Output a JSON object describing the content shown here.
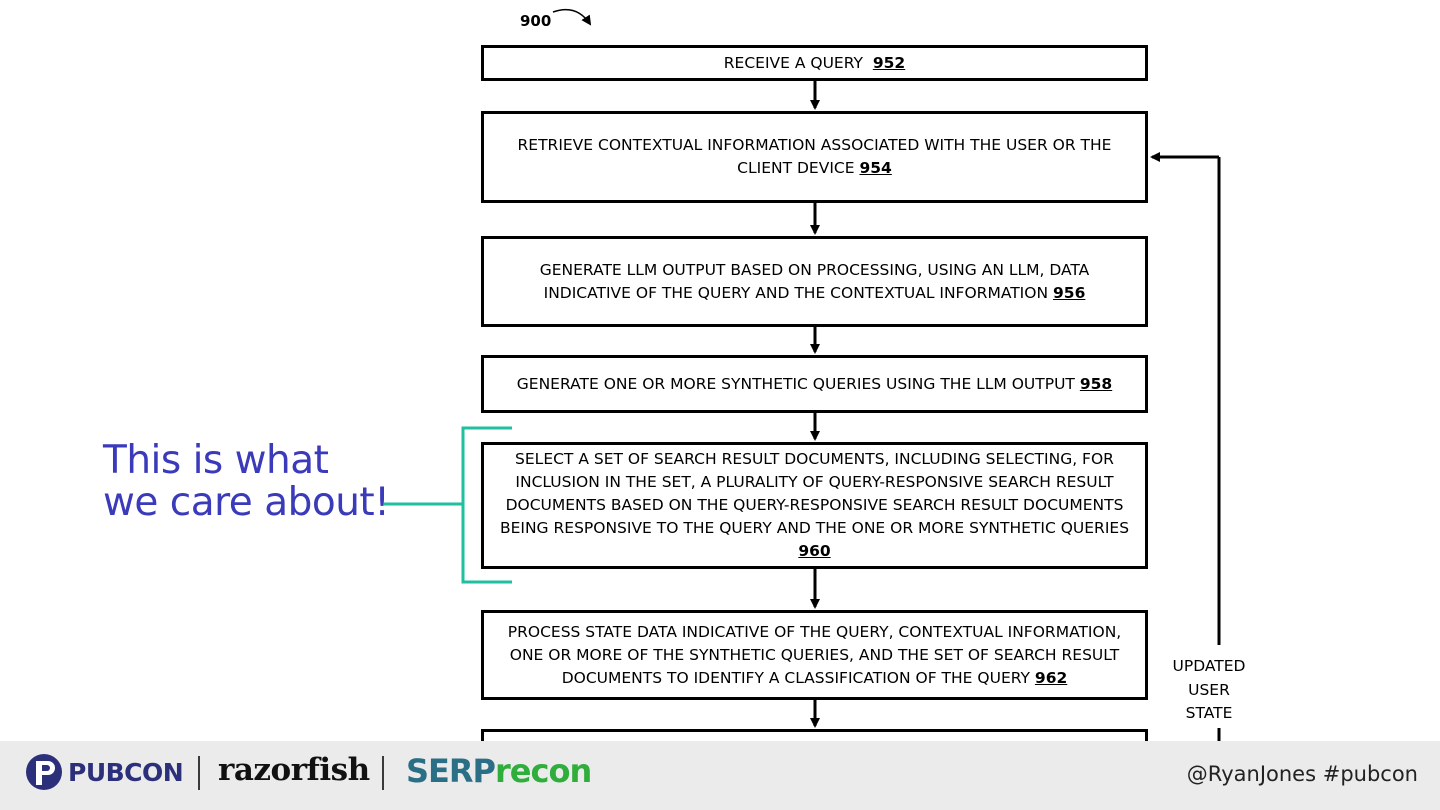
{
  "figure": {
    "number": "900"
  },
  "steps": [
    {
      "lines": [
        "RECEIVE A QUERY"
      ],
      "ref": "952"
    },
    {
      "lines": [
        "RETRIEVE CONTEXTUAL INFORMATION ASSOCIATED WITH THE USER OR THE",
        "CLIENT DEVICE"
      ],
      "ref": "954"
    },
    {
      "lines": [
        "GENERATE LLM OUTPUT BASED ON PROCESSING, USING AN LLM, DATA",
        "INDICATIVE OF THE QUERY AND THE CONTEXTUAL INFORMATION"
      ],
      "ref": "956"
    },
    {
      "lines": [
        "GENERATE ONE OR MORE SYNTHETIC QUERIES USING THE LLM OUTPUT"
      ],
      "ref": "958"
    },
    {
      "lines": [
        "SELECT A SET OF SEARCH RESULT DOCUMENTS, INCLUDING SELECTING, FOR",
        "INCLUSION IN THE SET, A PLURALITY OF QUERY-RESPONSIVE SEARCH RESULT",
        "DOCUMENTS BASED ON THE QUERY-RESPONSIVE SEARCH RESULT DOCUMENTS",
        "BEING RESPONSIVE TO THE QUERY AND THE ONE OR MORE SYNTHETIC QUERIES",
        ""
      ],
      "ref": "960"
    },
    {
      "lines": [
        "PROCESS STATE DATA INDICATIVE OF THE QUERY, CONTEXTUAL INFORMATION,",
        "ONE OR MORE OF THE SYNTHETIC QUERIES, AND THE SET OF SEARCH RESULT",
        "DOCUMENTS TO IDENTIFY A CLASSIFICATION OF THE QUERY"
      ],
      "ref": "962"
    }
  ],
  "feedback_label": [
    "UPDATED",
    "USER",
    "STATE"
  ],
  "callout": {
    "line1": "This is what",
    "line2": "we care about!",
    "color": "#3a3aba",
    "bracket_color": "#1fbf9f"
  },
  "footer": {
    "pubcon": "PUBCON",
    "razorfish": "razorfish",
    "serp": "SERP",
    "recon": "recon",
    "handle": "@RyanJones  #pubcon"
  }
}
